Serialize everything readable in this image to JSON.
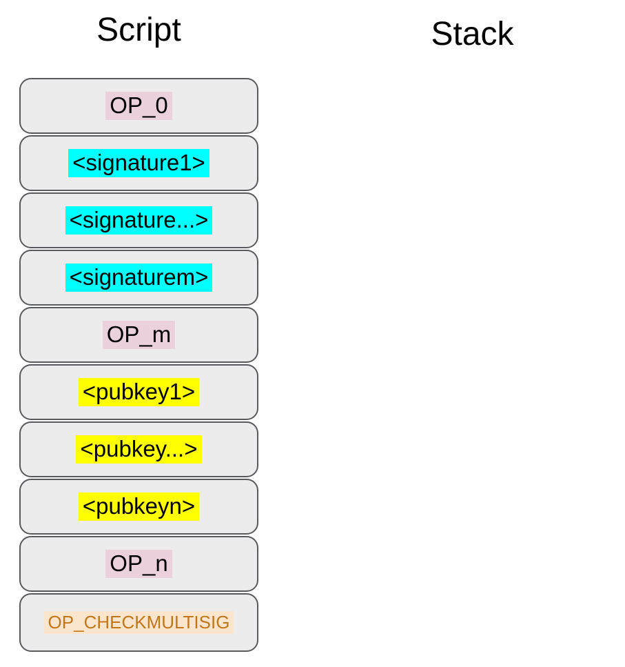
{
  "titles": {
    "script": "Script",
    "stack": "Stack"
  },
  "colors": {
    "page_background": "#ffffff",
    "box_fill": "#ececec",
    "box_border": "#58595c",
    "highlight_pink": "#ead1dc",
    "highlight_cyan": "#00ffff",
    "highlight_yellow": "#ffff00",
    "highlight_peach": "#fce5cd",
    "text_black": "#000000",
    "text_orange": "#c0771a"
  },
  "script_items": [
    {
      "label": "OP_0",
      "highlight": "pink",
      "text": "black"
    },
    {
      "label": "<signature1>",
      "highlight": "cyan",
      "text": "black"
    },
    {
      "label": "<signature...>",
      "highlight": "cyan",
      "text": "black"
    },
    {
      "label": "<signaturem>",
      "highlight": "cyan",
      "text": "black"
    },
    {
      "label": "OP_m",
      "highlight": "pink",
      "text": "black"
    },
    {
      "label": "<pubkey1>",
      "highlight": "yellow",
      "text": "black"
    },
    {
      "label": "<pubkey...>",
      "highlight": "yellow",
      "text": "black"
    },
    {
      "label": "<pubkeyn>",
      "highlight": "yellow",
      "text": "black"
    },
    {
      "label": "OP_n",
      "highlight": "pink",
      "text": "black"
    },
    {
      "label": "OP_CHECKMULTISIG",
      "highlight": "peach",
      "text": "orange",
      "small": true
    }
  ],
  "stack_items": []
}
